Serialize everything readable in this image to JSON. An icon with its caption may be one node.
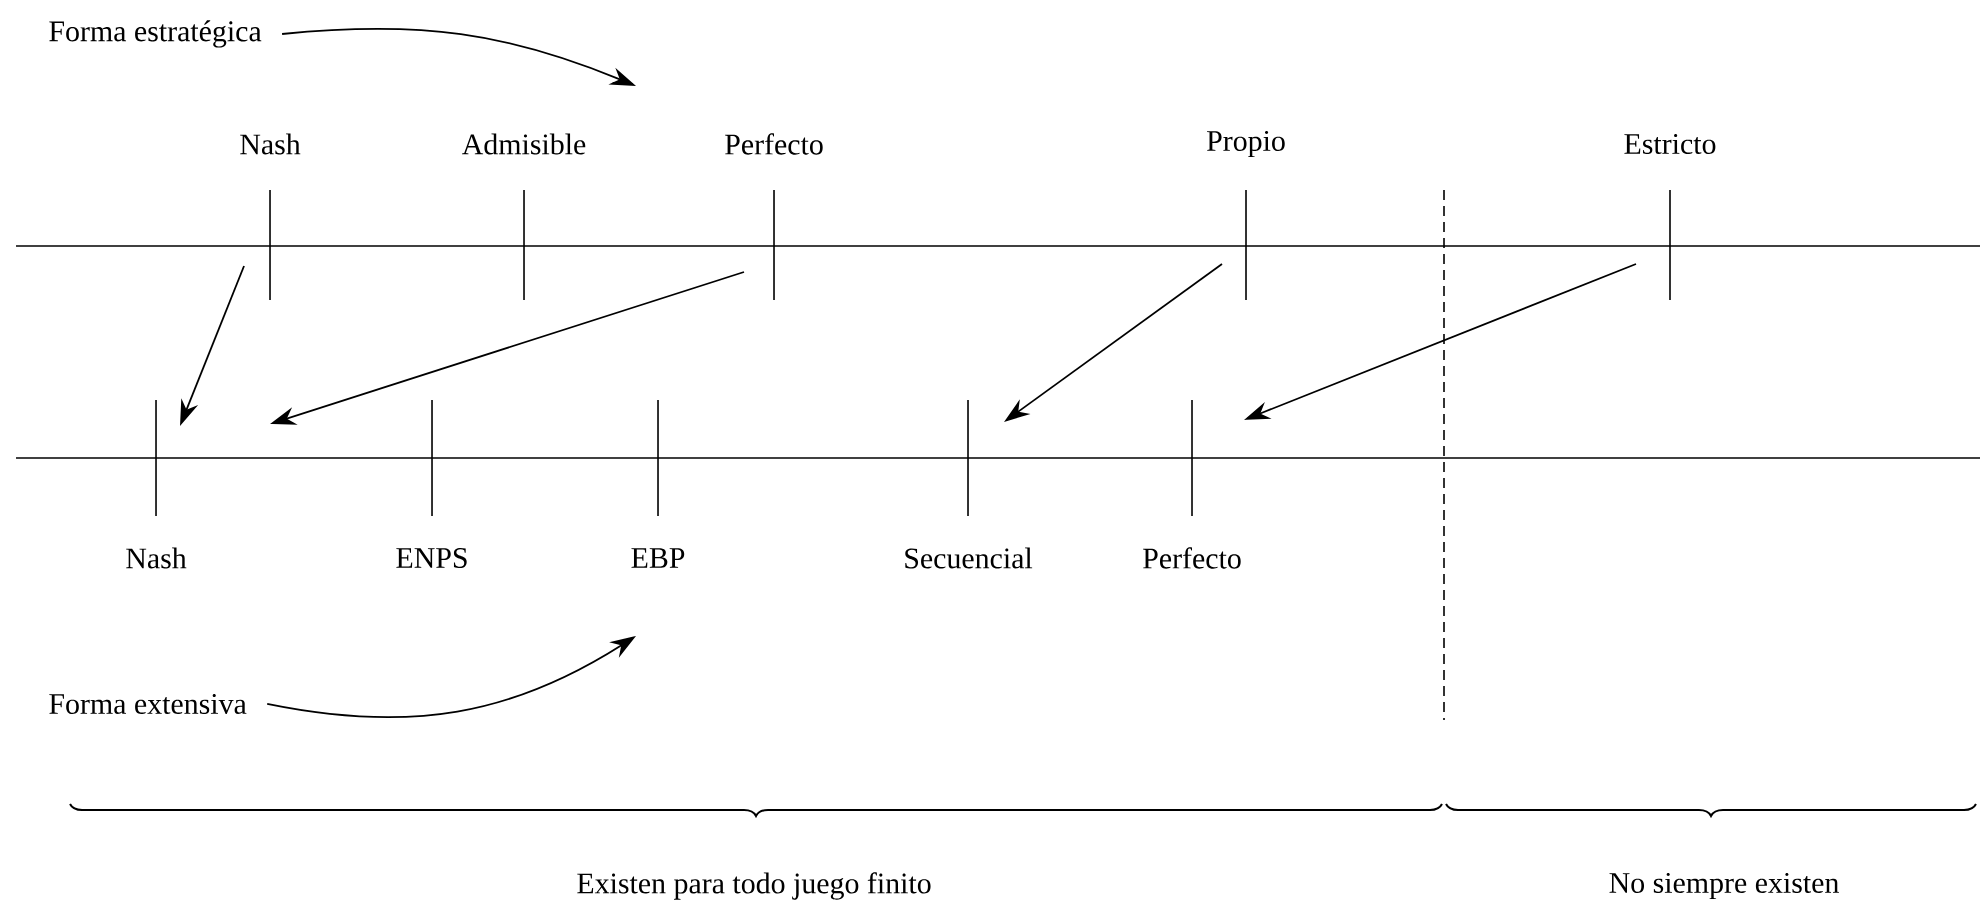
{
  "diagram": {
    "nodes": [
      {
        "text": [
          "Forma estratégica"
        ]
      },
      {
        "text": [
          "Nash"
        ]
      },
      {
        "text": [
          "Admisible"
        ]
      },
      {
        "text": [
          "Perfecto"
        ]
      },
      {
        "text": [
          "Propio"
        ]
      },
      {
        "text": [
          "Estricto"
        ]
      },
      {
        "text": [
          "Nash"
        ]
      },
      {
        "text": [
          "ENPS"
        ]
      },
      {
        "text": [
          "EBP"
        ]
      },
      {
        "text": [
          "Secuencial"
        ]
      },
      {
        "text": [
          "Perfecto"
        ]
      },
      {
        "text": [
          "Forma extensiva"
        ]
      }
    ],
    "edges": [
      {
        "from": 1,
        "to": 6,
        "arrow": "to"
      },
      {
        "from": 3,
        "to": 6,
        "arrow": "to"
      },
      {
        "from": 4,
        "to": 9,
        "arrow": "to"
      },
      {
        "from": 5,
        "to": 10,
        "arrow": "to"
      },
      {
        "from": 0,
        "to": null,
        "arrow": "to"
      },
      {
        "from": 11,
        "to": null,
        "arrow": "to"
      }
    ],
    "labels": [
      "Existen para todo juego finito",
      "No siempre existen"
    ]
  }
}
